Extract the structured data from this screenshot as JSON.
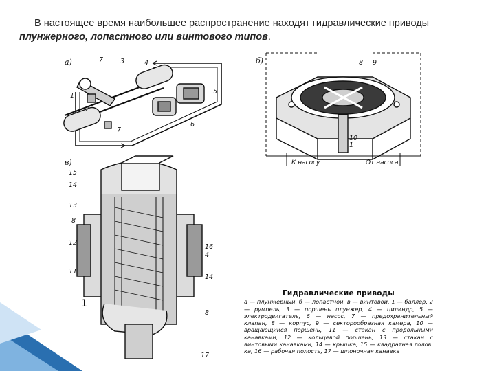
{
  "heading": {
    "lead": "В настоящее время наибольшее распространение находят гидравлические приводы",
    "emphasis": "плунжерного, лопастного или винтового типов",
    "period": "."
  },
  "figure": {
    "panel_labels": [
      "а)",
      "б)",
      "в)"
    ],
    "callouts_a": [
      "7",
      "3",
      "4",
      "1",
      "2",
      "5",
      "6",
      "7"
    ],
    "callouts_b": [
      "8",
      "9",
      "10",
      "1"
    ],
    "flow_labels": {
      "to_pump": "К насосу",
      "from_pump": "От насоса"
    },
    "callouts_c": [
      "15",
      "14",
      "13",
      "8",
      "12",
      "4",
      "11",
      "1",
      "16",
      "14",
      "8",
      "17"
    ],
    "caption_title": "Гидравлические приводы",
    "caption_body": "а — плунжерный, б — лопастной, в — винтовой, 1 — баллер, 2 — румпель, 3 — поршень плунжер, 4 — цилиндр, 5 — электродвигатель, 6 — насос, 7 — предохранительный клапан, 8 — корпус, 9 — секторообразная камера, 10 — вращающийся поршень, 11 — стакан с продольными канавками, 12 — кольцевой поршень, 13 — стакан с винтовыми канавками, 14 — крышка, 15 — квадратная голов. ка, 16 — рабочая полость, 17 — шпоночная канавка"
  },
  "colors": {
    "accent_blue": "#2a6fb0",
    "accent_light": "#7fb3e0",
    "ink": "#111111"
  }
}
